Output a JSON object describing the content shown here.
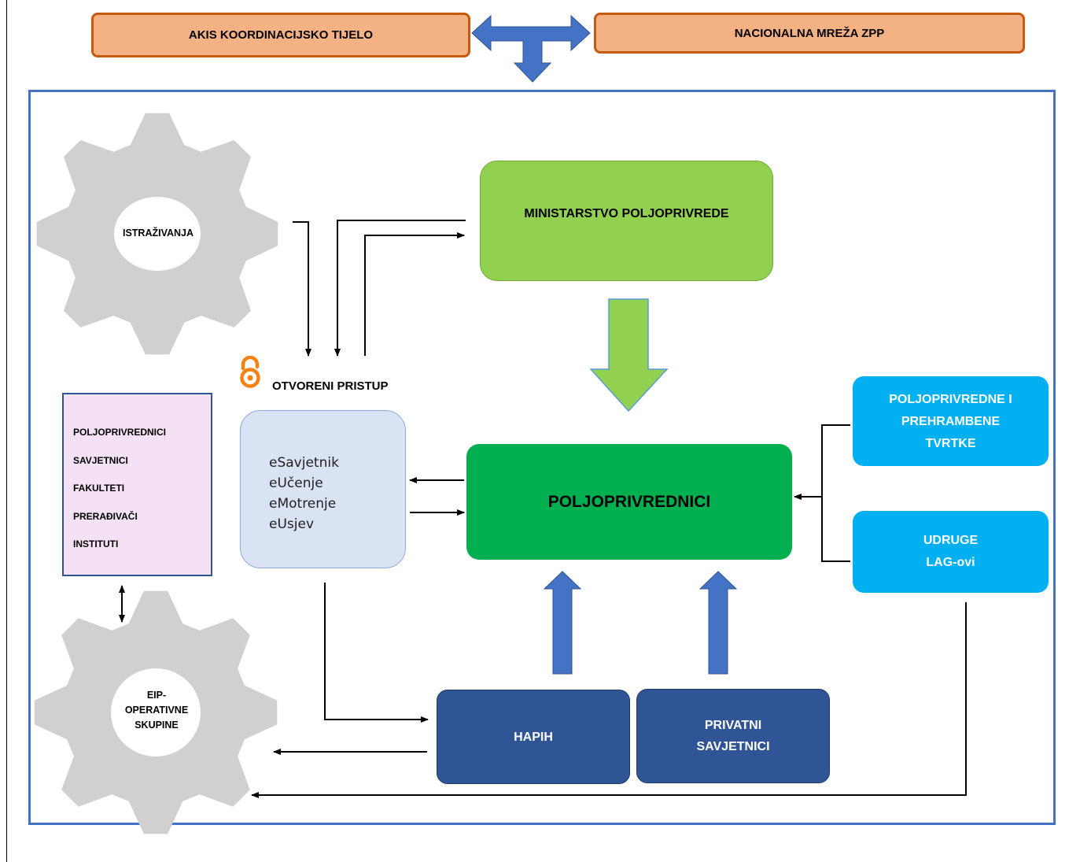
{
  "top": {
    "left_box": "AKIS KOORDINACIJSKO TIJELO",
    "right_box": "NACIONALNA MREŽA ZPP"
  },
  "gears": {
    "top": "ISTRAŽIVANJA",
    "bottom_lines": [
      "EIP-",
      "OPERATIVNE",
      "SKUPINE"
    ]
  },
  "ministry": "MINISTARSTVO POLJOPRIVREDE",
  "farmers": "POLJOPRIVREDNICI",
  "open_access": {
    "label": "OTVORENI PRISTUP",
    "icon": "open-access-icon",
    "services": [
      "eSavjetnik",
      "eUčenje",
      "eMotrenje",
      "eUsjev"
    ]
  },
  "stakeholders": [
    "POLJOPRIVREDNICI",
    "SAVJETNICI",
    "FAKULTETI",
    "PRERAĐIVAČI",
    "INSTITUTI"
  ],
  "companies_lines": [
    "POLJOPRIVREDNE I",
    "PREHRAMBENE",
    "TVRTKE"
  ],
  "associations_lines": [
    "UDRUGE",
    "LAG-ovi"
  ],
  "hapih": "HAPIH",
  "private_advisors_lines": [
    "PRIVATNI",
    "SAVJETNICI"
  ],
  "colors": {
    "orange_fill": "#f4b183",
    "orange_border": "#c55a11",
    "frame_blue": "#4472c4",
    "light_green": "#92d050",
    "green": "#00b050",
    "cyan": "#00b0f0",
    "navy": "#2f5597",
    "gear_gray": "#d0d0d0",
    "open_access_orange": "#f68212"
  }
}
